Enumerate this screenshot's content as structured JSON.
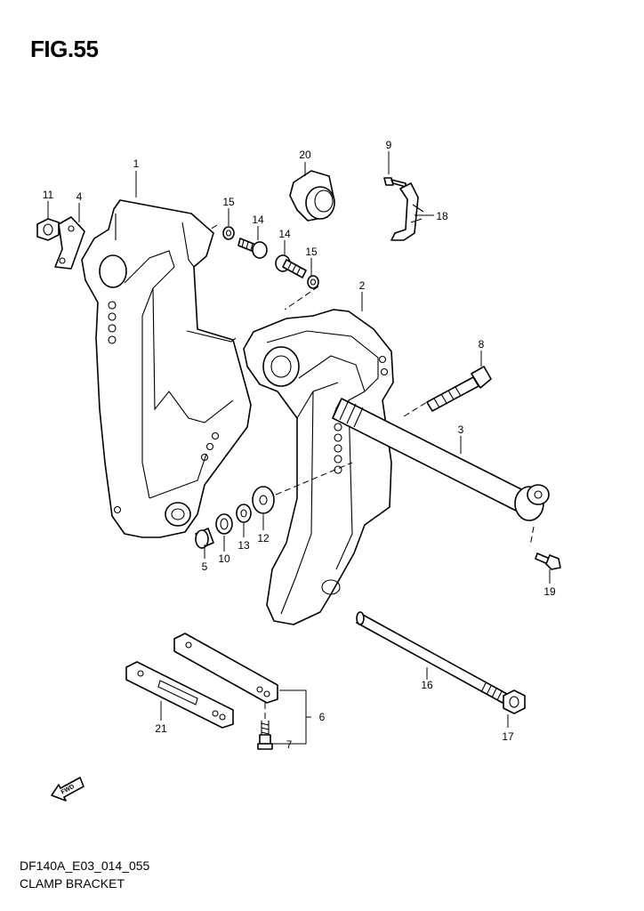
{
  "figure": {
    "title": "FIG.55"
  },
  "diagram": {
    "code": "DF140A_E03_014_055",
    "caption": "CLAMP BRACKET",
    "fwd_label": "FWD",
    "callouts": [
      "1",
      "2",
      "3",
      "4",
      "5",
      "6",
      "7",
      "8",
      "9",
      "10",
      "11",
      "12",
      "13",
      "14",
      "14",
      "15",
      "15",
      "16",
      "17",
      "18",
      "19",
      "20",
      "21"
    ]
  }
}
